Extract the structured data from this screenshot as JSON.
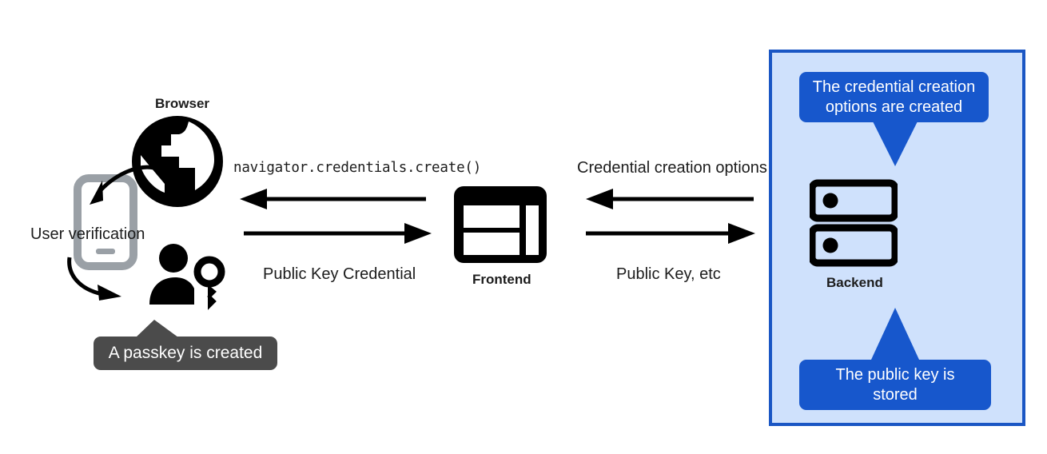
{
  "diagram": {
    "title": "WebAuthn passkey registration flow",
    "colors": {
      "panel_bg": "#cfe1fc",
      "panel_border": "#1a56c4",
      "callout_blue": "#1757cc",
      "callout_dark": "#4b4b4b",
      "icon_black": "#000000",
      "device_gray": "#9aa0a6"
    },
    "nodes": [
      {
        "id": "browser",
        "label": "Browser",
        "icon": "globe-icon"
      },
      {
        "id": "frontend",
        "label": "Frontend",
        "icon": "dashboard-window-icon"
      },
      {
        "id": "backend",
        "label": "Backend",
        "icon": "server-stack-icon"
      }
    ],
    "annotations": {
      "user_verification": "User verification",
      "passkey_created": "A passkey is created",
      "credential_options_created": "The credential creation options are created",
      "credential_options_created_line1": "The credential creation",
      "credential_options_created_line2": "options are created",
      "public_key_stored": "The public key is stored",
      "public_key_stored_line1": "The public key is",
      "public_key_stored_line2": "stored"
    },
    "flows": [
      {
        "id": "frontend-to-browser",
        "label": "navigator.credentials.create()",
        "direction": "left",
        "style": "monospace"
      },
      {
        "id": "browser-to-frontend",
        "label": "Public Key Credential",
        "direction": "right",
        "style": "sans"
      },
      {
        "id": "backend-to-frontend",
        "label": "Credential creation options",
        "direction": "left",
        "style": "sans"
      },
      {
        "id": "frontend-to-backend",
        "label": "Public Key, etc",
        "direction": "right",
        "style": "sans"
      }
    ]
  }
}
